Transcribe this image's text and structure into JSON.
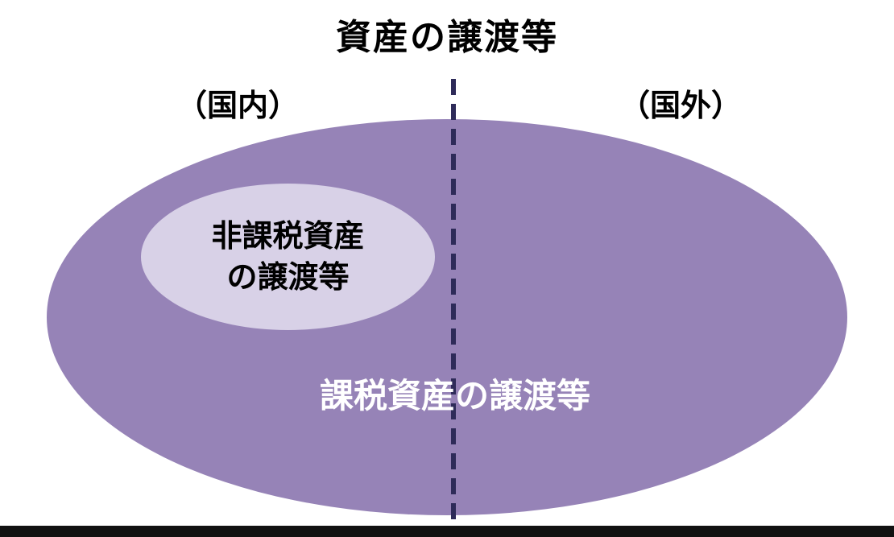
{
  "diagram": {
    "title": "資産の譲渡等",
    "region_labels": {
      "domestic": "（国内）",
      "overseas": "（国外）"
    },
    "outer_ellipse": {
      "label": "課税資産の譲渡等",
      "fill": "#9683b7",
      "text_color": "#ffffff"
    },
    "inner_ellipse": {
      "label_line1": "非課税資産",
      "label_line2": "の譲渡等",
      "fill": "#d8d1e7",
      "text_color": "#000000"
    },
    "divider": {
      "color": "#2e2b59",
      "style": "dashed"
    },
    "bottom_bar_color": "#111111"
  }
}
